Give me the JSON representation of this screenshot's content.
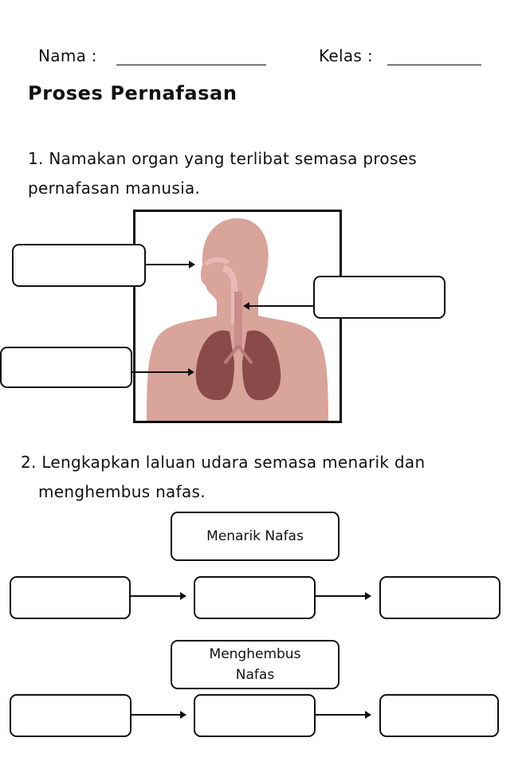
{
  "header": {
    "name_label": "Nama :",
    "class_label": "Kelas :"
  },
  "title": "Proses Pernafasan",
  "question1": {
    "line1": "1. Namakan organ yang terlibat semasa proses",
    "line2": "pernafasan manusia."
  },
  "question2": {
    "line1": "2. Lengkapkan laluan udara semasa menarik dan",
    "line2": "menghembus nafas."
  },
  "inhale": {
    "label": "Menarik Nafas"
  },
  "exhale": {
    "label_line1": "Menghembus",
    "label_line2": "Nafas"
  },
  "colors": {
    "skin": "#d9a49a",
    "lung": "#8a4a4a",
    "ink": "#111111"
  },
  "icons": {
    "figure": "respiratory-system-illustration",
    "arrow": "arrow-icon"
  }
}
